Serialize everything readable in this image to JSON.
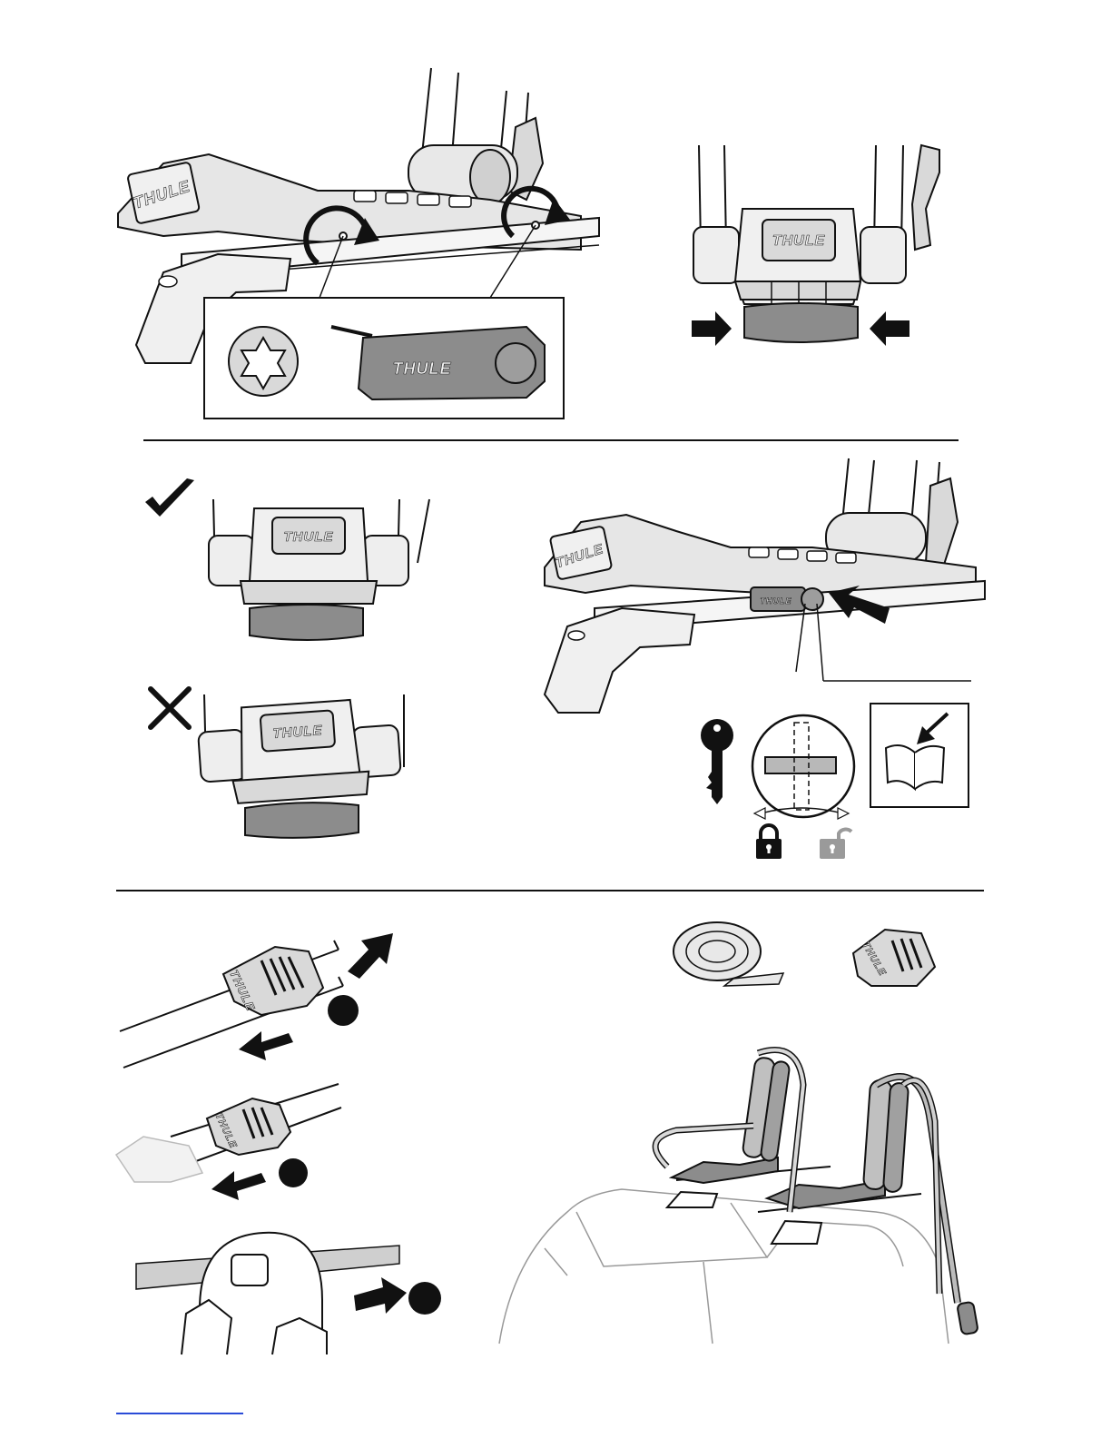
{
  "brand": {
    "name": "THULE"
  },
  "colors": {
    "ink": "#111111",
    "part_fill": "#d9d9d9",
    "dark_part": "#8c8c8c",
    "locked": "#111111",
    "unlocked": "#9a9a9a",
    "footer_link": "#2a4bd7"
  },
  "icons": {
    "torx": "torx-bit-icon",
    "key": "key-icon",
    "lock_closed": "padlock-locked-icon",
    "lock_open": "padlock-unlocked-icon",
    "manual": "manual-reference-icon",
    "correct": "checkmark-icon",
    "incorrect": "cross-icon",
    "arrow": "arrow-icon",
    "rotate": "rotate-arrow-icon"
  },
  "panels": {
    "top_left": {
      "name": "mount-screws-tighten"
    },
    "top_right": {
      "name": "cradle-squeeze-fit"
    },
    "middle_left": {
      "correct_mark": "correct-position",
      "incorrect_mark": "incorrect-position"
    },
    "middle_right": {
      "name": "insert-lock-cylinder"
    },
    "bottom_left": {
      "steps": [
        "strap-buckle-tighten",
        "strap-buckle-release",
        "strap-loop-secure"
      ]
    },
    "bottom_right": {
      "name": "kayak-carrier-on-car"
    }
  }
}
